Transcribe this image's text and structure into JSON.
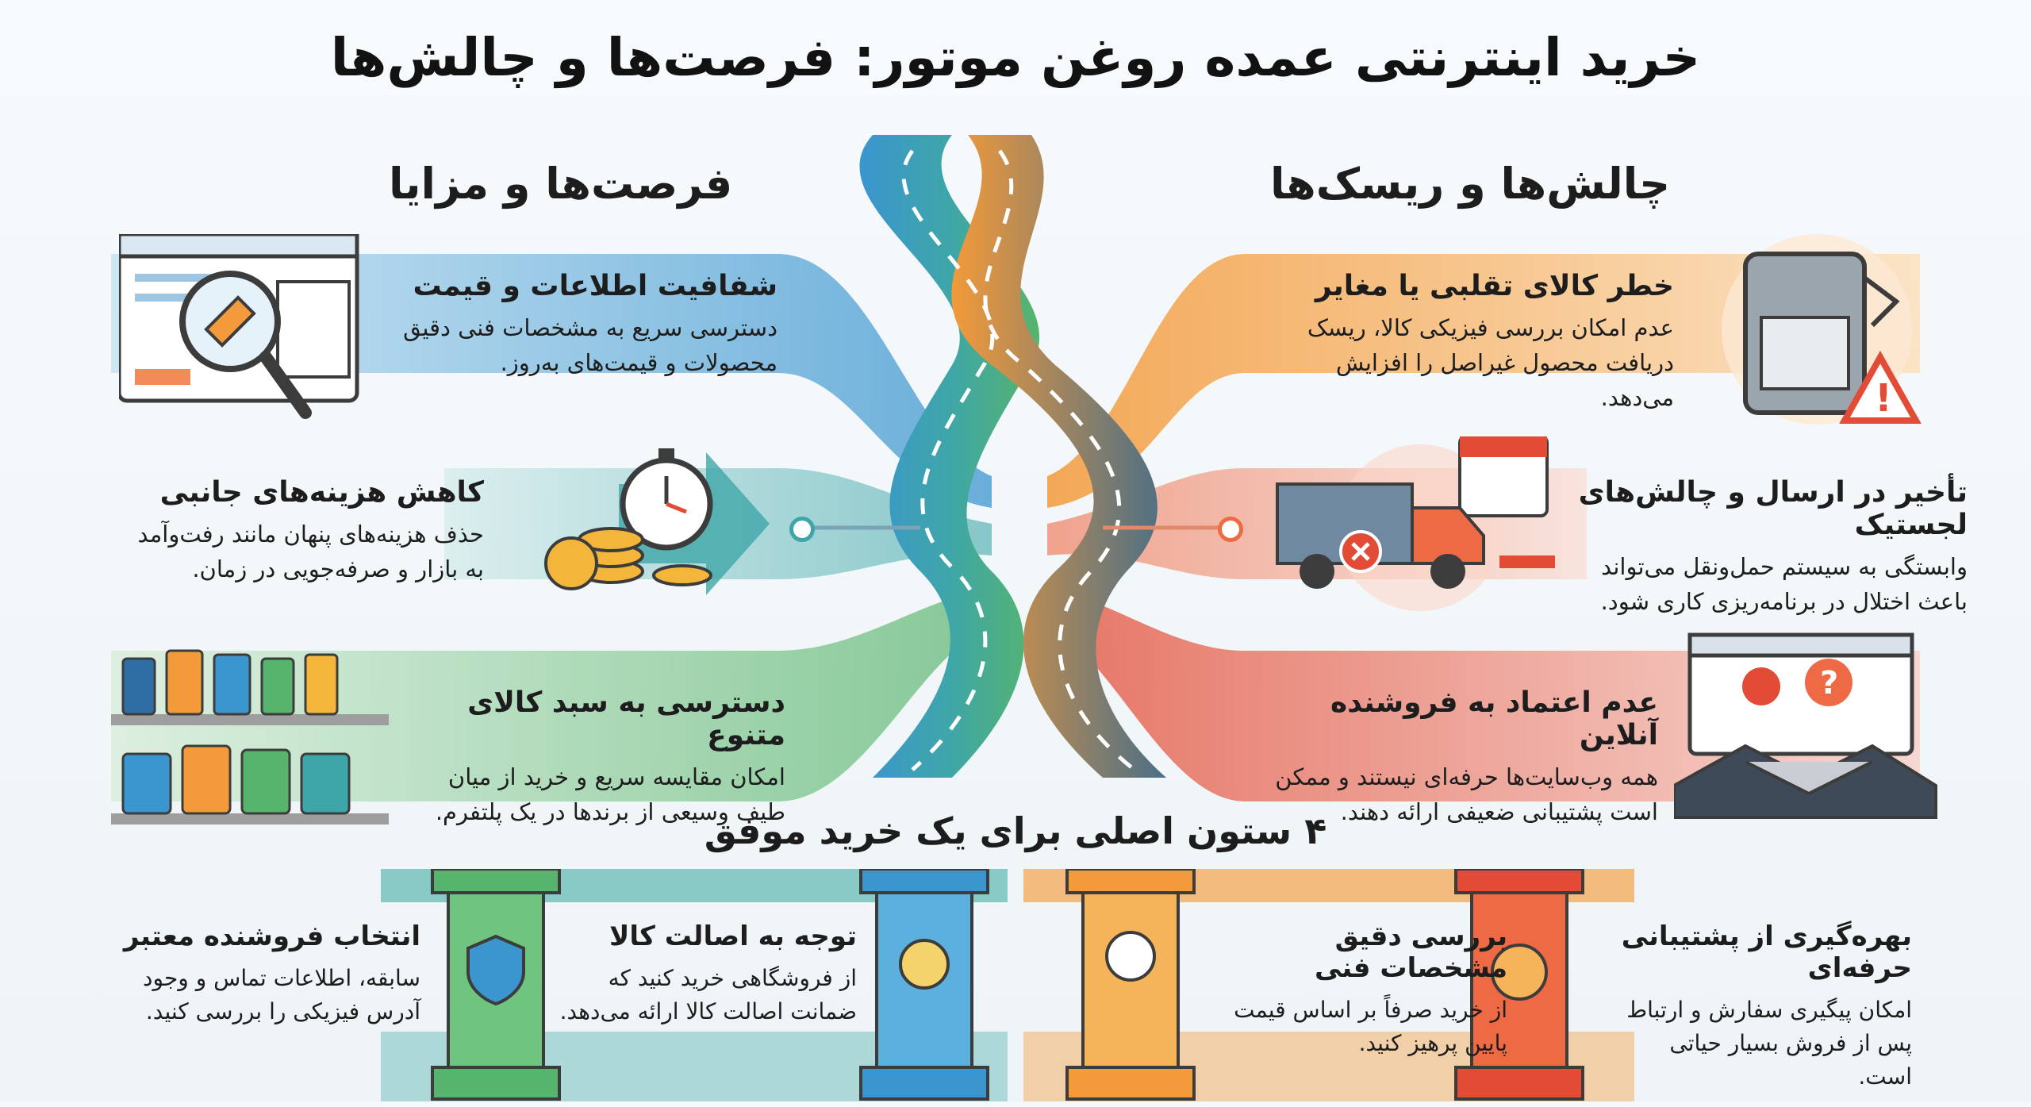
{
  "title": "خرید اینترنتی عمده روغن موتور: فرصت‌ها و چالش‌ها",
  "opportunities": {
    "heading": "فرصت‌ها و مزایا",
    "items": [
      {
        "title": "شفافیت اطلاعات و قیمت",
        "text": "دسترسی سریع به مشخصات فنی دقیق محصولات و قیمت‌های به‌روز."
      },
      {
        "title": "کاهش هزینه‌های جانبی",
        "text": "حذف هزینه‌های پنهان مانند رفت‌وآمد به بازار و صرفه‌جویی در زمان."
      },
      {
        "title": "دسترسی به سبد کالای متنوع",
        "text": "امکان مقایسه سریع و خرید از میان طیف وسیعی از برندها در یک پلتفرم."
      }
    ]
  },
  "challenges": {
    "heading": "چالش‌ها و ریسک‌ها",
    "items": [
      {
        "title": "خطر کالای تقلبی یا مغایر",
        "text": "عدم امکان بررسی فیزیکی کالا، ریسک دریافت محصول غیراصل را افزایش می‌دهد."
      },
      {
        "title": "تأخیر در ارسال و چالش‌های لجستیک",
        "text": "وابستگی به سیستم حمل‌ونقل می‌تواند باعث اختلال در برنامه‌ریزی کاری شود."
      },
      {
        "title": "عدم اعتماد به فروشنده آنلاین",
        "text": "همه وب‌سایت‌ها حرفه‌ای نیستند و ممکن است پشتیبانی ضعیفی ارائه دهند."
      }
    ]
  },
  "pillars": {
    "heading": "۴ ستون اصلی برای یک خرید موفق",
    "items": [
      {
        "title": "بهره‌گیری از پشتیبانی حرفه‌ای",
        "text": "امکان پیگیری سفارش و ارتباط پس از فروش بسیار حیاتی است."
      },
      {
        "title": "بررسی دقیق مشخصات فنی",
        "text": "از خرید صرفاً بر اساس قیمت پایین پرهیز کنید."
      },
      {
        "title": "توجه به اصالت کالا",
        "text": "از فروشگاهی خرید کنید که ضمانت اصالت کالا ارائه می‌دهد."
      },
      {
        "title": "انتخاب فروشنده معتبر",
        "text": "سابقه، اطلاعات تماس و وجود آدرس فیزیکی را بررسی کنید."
      }
    ]
  },
  "colors": {
    "blue": "#3b95cf",
    "teal": "#3ea6a8",
    "green": "#57b46c",
    "orange": "#f39a3a",
    "coral": "#ee6a45",
    "red": "#e24b35",
    "road": "#4b6f86"
  }
}
